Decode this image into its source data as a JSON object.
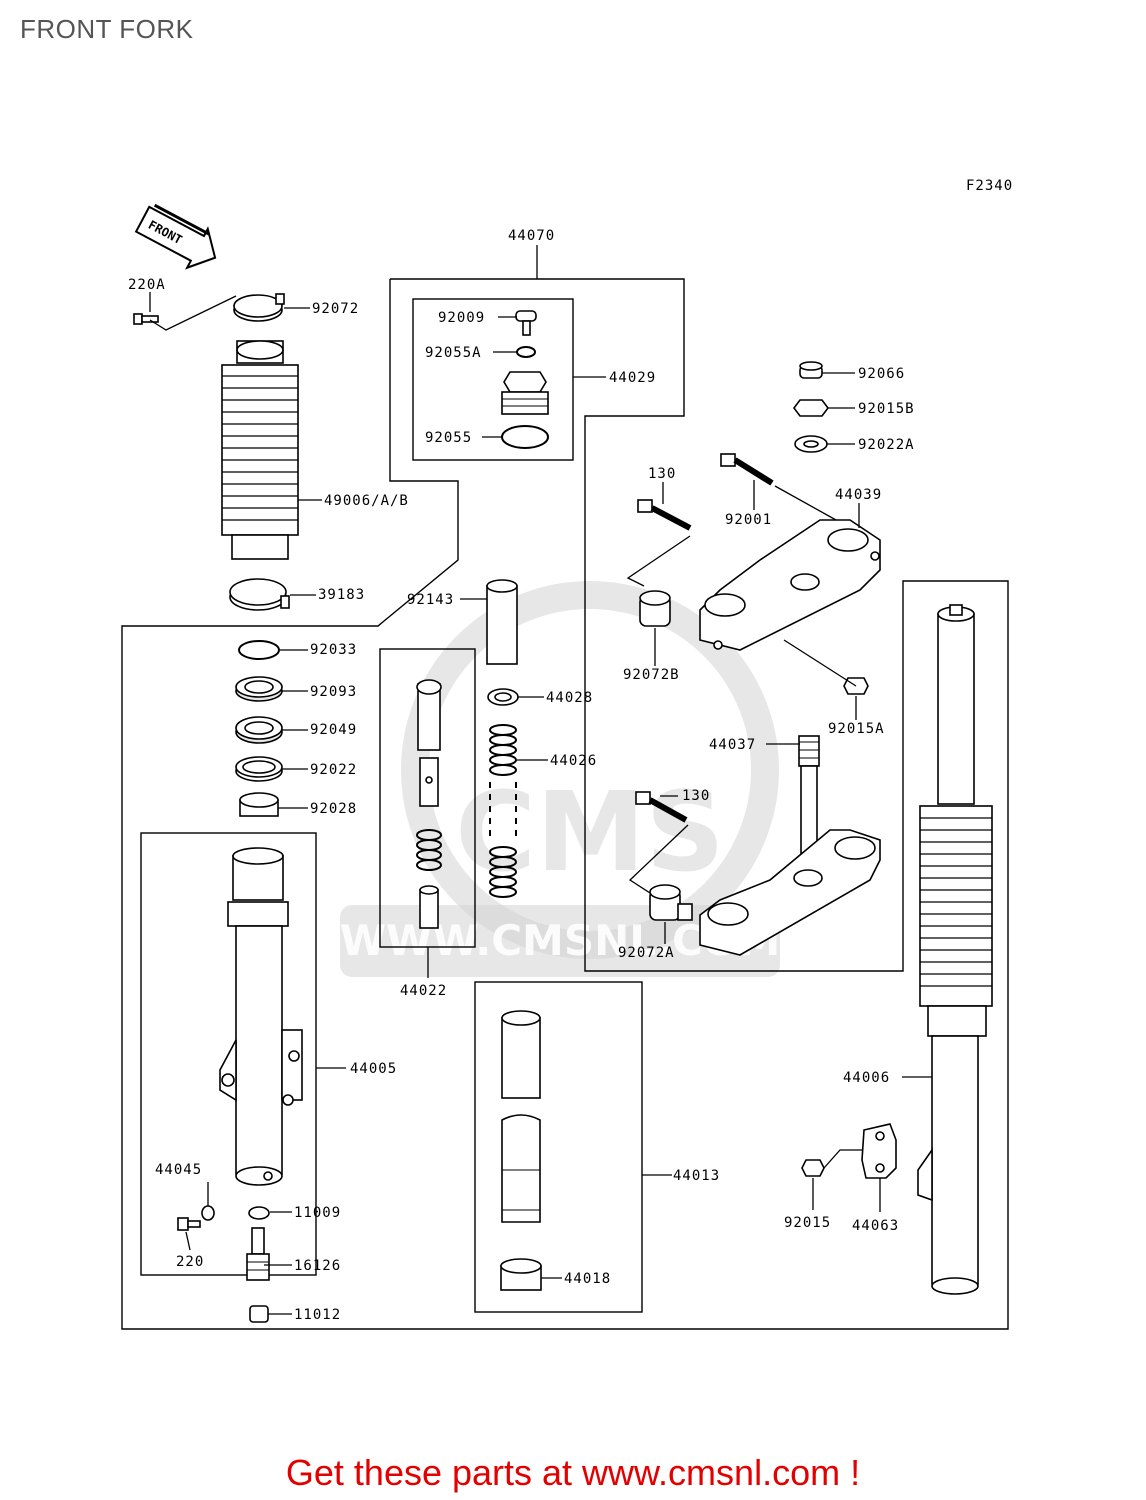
{
  "page": {
    "title": "FRONT FORK"
  },
  "diagram": {
    "figure_code": "F2340",
    "direction_marker": "FRONT",
    "watermark_text": "WWW.CMSNL.COM",
    "watermark_logo": "CMS",
    "labels": [
      "44070",
      "220A",
      "92072",
      "92009",
      "92055A",
      "44029",
      "92055",
      "92066",
      "92015B",
      "92022A",
      "130",
      "92001",
      "44039",
      "49006/A/B",
      "39183",
      "92143",
      "92072B",
      "92033",
      "44028",
      "92093",
      "92049",
      "92015A",
      "44026",
      "44037",
      "92022",
      "130",
      "92028",
      "92072A",
      "44022",
      "44005",
      "44006",
      "44045",
      "44013",
      "92015",
      "44063",
      "220",
      "11009",
      "16126",
      "44018",
      "11012"
    ]
  },
  "footer": {
    "text": "Get these parts at www.cmsnl.com !"
  },
  "colors": {
    "footer_text": "#e30000",
    "title_text": "#555555",
    "line": "#000000"
  }
}
